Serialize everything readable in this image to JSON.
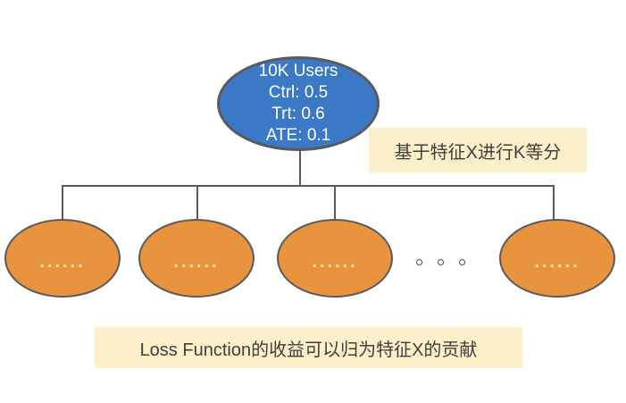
{
  "diagram": {
    "root_node": {
      "line1": "10K Users",
      "line2": "Ctrl: 0.5",
      "line3": "Trt: 0.6",
      "line4": "ATE: 0.1"
    },
    "split_annotation": "基于特征X进行K等分",
    "loss_annotation": "Loss Function的收益可以归为特征X的贡献",
    "leaf_nodes": [
      {
        "label": "......"
      },
      {
        "label": "......"
      },
      {
        "label": "......"
      },
      {
        "label": "......"
      }
    ],
    "separator_dot_count": 3,
    "colors": {
      "root_fill": "#3B78C6",
      "leaf_fill": "#E8933D",
      "node_border": "#595A5C",
      "connector": "#595A5C",
      "annotation_bg": "#FCEFC9",
      "annotation_text": "#3F3F3F",
      "root_text": "#FFFFFF",
      "leaf_dots": "#F7E3AE"
    }
  }
}
